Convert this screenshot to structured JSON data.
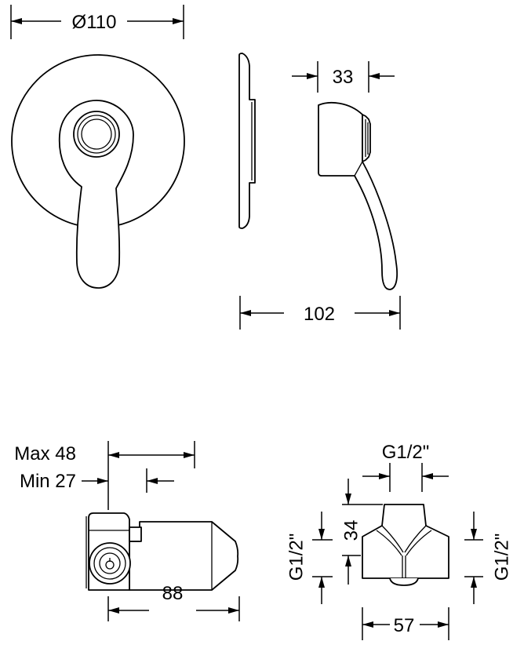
{
  "drawing": {
    "front_view": {
      "diameter_label": "Ø110"
    },
    "side_view": {
      "handle_depth_label": "33",
      "overall_depth_label": "102"
    },
    "body_side_view": {
      "max_label": "Max 48",
      "min_label": "Min 27",
      "length_label": "88"
    },
    "body_front_view": {
      "top_thread_label": "G1/2\"",
      "height_label": "34",
      "left_thread_label": "G1/2\"",
      "right_thread_label": "G1/2\"",
      "width_label": "57"
    }
  }
}
